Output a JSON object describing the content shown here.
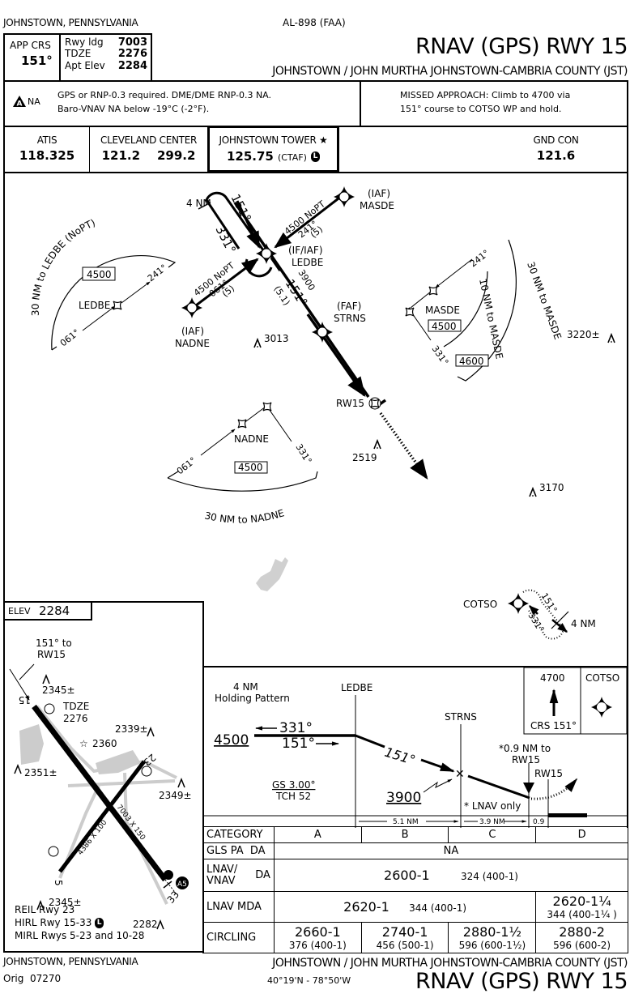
{
  "header": {
    "location": "JOHNSTOWN, PENNSYLVANIA",
    "chart_id": "AL-898 (FAA)",
    "procedure_title": "RNAV (GPS) RWY 15",
    "airport": "JOHNSTOWN / JOHN MURTHA JOHNSTOWN-CAMBRIA COUNTY (JST)",
    "app_crs_label": "APP CRS",
    "app_crs_value": "151°",
    "rwy_ldg_label": "Rwy ldg",
    "rwy_ldg_value": "7003",
    "tdze_label": "TDZE",
    "tdze_value": "2276",
    "apt_elev_label": "Apt Elev",
    "apt_elev_value": "2284"
  },
  "briefing": {
    "na_icon": "alternate-na-triangle-icon",
    "na_label": "NA",
    "notes_line1": "GPS or RNP-0.3 required. DME/DME RNP-0.3 NA.",
    "notes_line2": "Baro-VNAV NA below -19°C (-2°F).",
    "missed_line1": "MISSED APPROACH:  Climb to 4700 via",
    "missed_line2": "151° course to COTSO WP and hold."
  },
  "frequencies": [
    {
      "label": "ATIS",
      "value": "118.325"
    },
    {
      "label": "CLEVELAND CENTER",
      "value": "121.2    299.2"
    },
    {
      "label": "JOHNSTOWN TOWER ★",
      "value": "125.75",
      "suffix": "(CTAF)",
      "badge": "L"
    },
    {
      "label": "GND CON",
      "value": "121.6"
    }
  ],
  "plan_view": {
    "hold_4nm": "4 NM",
    "course_151": "151°",
    "course_331": "331°",
    "masde_leg_alt": "4500 NoPT",
    "masde_leg_crs": "241°",
    "masde_leg_dist": "(5)",
    "masde_iaf": "(IAF)",
    "masde_name": "MASDE",
    "ledbe_role": "(IF/IAF)",
    "ledbe_name": "LEDBE",
    "nadne_leg_alt": "4500 NoPT",
    "nadne_leg_crs": "061°",
    "nadne_leg_dist": "(5)",
    "nadne_iaf": "(IAF)",
    "nadne_name": "NADNE",
    "final_alt": "3900",
    "final_crs": "151°",
    "final_dist": "(5.1)",
    "faf_role": "(FAF)",
    "faf_name": "STRNS",
    "rw15": "RW15",
    "taa_ledbe_arc": "30 NM to LEDBE (NoPT)",
    "taa_ledbe_alt": "4500",
    "taa_ledbe_241": "241°",
    "taa_ledbe_061": "061°",
    "taa_ledbe_fix": "LEDBE",
    "taa_masde_arc10": "10 NM to MASDE",
    "taa_masde_arc30": "30 NM to MASDE",
    "taa_masde_241": "241°",
    "taa_masde_331": "331°",
    "taa_masde_fix": "MASDE",
    "taa_masde_alt_inner": "4500",
    "taa_masde_alt_outer": "4600",
    "taa_nadne_arc": "30 NM to NADNE",
    "taa_nadne_061": "061°",
    "taa_nadne_331": "331°",
    "taa_nadne_fix": "NADNE",
    "taa_nadne_alt": "4500",
    "obst_3013": "3013",
    "obst_3220": "3220±",
    "obst_2519": "2519",
    "obst_3170": "3170",
    "cotso_name": "COTSO",
    "cotso_151": "151°",
    "cotso_331": "331°",
    "cotso_4nm": "4 NM"
  },
  "airport_diagram": {
    "elev_label": "ELEV",
    "elev_value": "2284",
    "approach_note_1": "151° to",
    "approach_note_2": "RW15",
    "obst_2345a": "2345±",
    "tdze_label": "TDZE",
    "tdze_value": "2276",
    "beacon_elev": "2360",
    "obst_2339": "2339±",
    "obst_2351": "2351±",
    "obst_2349": "2349±",
    "obst_2345b": "2345±",
    "obst_2282": "2282",
    "rwy_15": "15",
    "rwy_33": "33",
    "rwy_5": "5",
    "rwy_23": "23",
    "rwy_15_33_dims": "7003 X 150",
    "rwy_5_23_dims": "4386 X 100",
    "lighting_1": "REIL Rwy 23",
    "lighting_2": "HIRL Rwy 15-33",
    "lighting_3": "MIRL Rwys 5-23 and 10-28",
    "pcl_badge": "L",
    "als": "A5"
  },
  "profile": {
    "hold_label_1": "4 NM",
    "hold_label_2": "Holding Pattern",
    "ledbe": "LEDBE",
    "strns": "STRNS",
    "alt_4500": "4500",
    "crs_331": "331°",
    "crs_151_out": "151°",
    "crs_151_final": "151°",
    "alt_3900": "3900",
    "gs": "GS 3.00°",
    "tch": "TCH 52",
    "vdp_note_1": "*0.9 NM to",
    "vdp_note_2": "RW15",
    "rw15": "RW15",
    "lnav_only": "* LNAV only",
    "dist_1": "5.1 NM",
    "dist_2": "3.9 NM",
    "dist_3": "0.9",
    "ma_alt": "4700",
    "ma_crs": "CRS 151°",
    "ma_fix": "COTSO"
  },
  "minimums": {
    "headers": [
      "CATEGORY",
      "A",
      "B",
      "C",
      "D"
    ],
    "gls_label": "GLS PA  DA",
    "gls_value": "NA",
    "lnav_vnav_label_1": "LNAV/",
    "lnav_vnav_label_2": "VNAV",
    "lnav_vnav_da": "DA",
    "lnav_vnav_value": "2600-1",
    "lnav_vnav_hat": "324 (400-1)",
    "lnav_label": "LNAV MDA",
    "lnav_abc_value": "2620-1",
    "lnav_abc_hat": "344 (400-1)",
    "lnav_d_value": "2620-1¼",
    "lnav_d_hat": "344 (400-1¼ )",
    "circling_label": "CIRCLING",
    "circling": [
      {
        "value": "2660-1",
        "hat": "376 (400-1)"
      },
      {
        "value": "2740-1",
        "hat": "456 (500-1)"
      },
      {
        "value": "2880-1½",
        "hat": "596 (600-1½)"
      },
      {
        "value": "2880-2",
        "hat": "596 (600-2)"
      }
    ]
  },
  "footer": {
    "location": "JOHNSTOWN, PENNSYLVANIA",
    "amendment": "Orig  07270",
    "airport": "JOHNSTOWN / JOHN MURTHA JOHNSTOWN-CAMBRIA COUNTY (JST)",
    "coords": "40°19'N - 78°50'W",
    "procedure_title": "RNAV (GPS) RWY 15"
  }
}
